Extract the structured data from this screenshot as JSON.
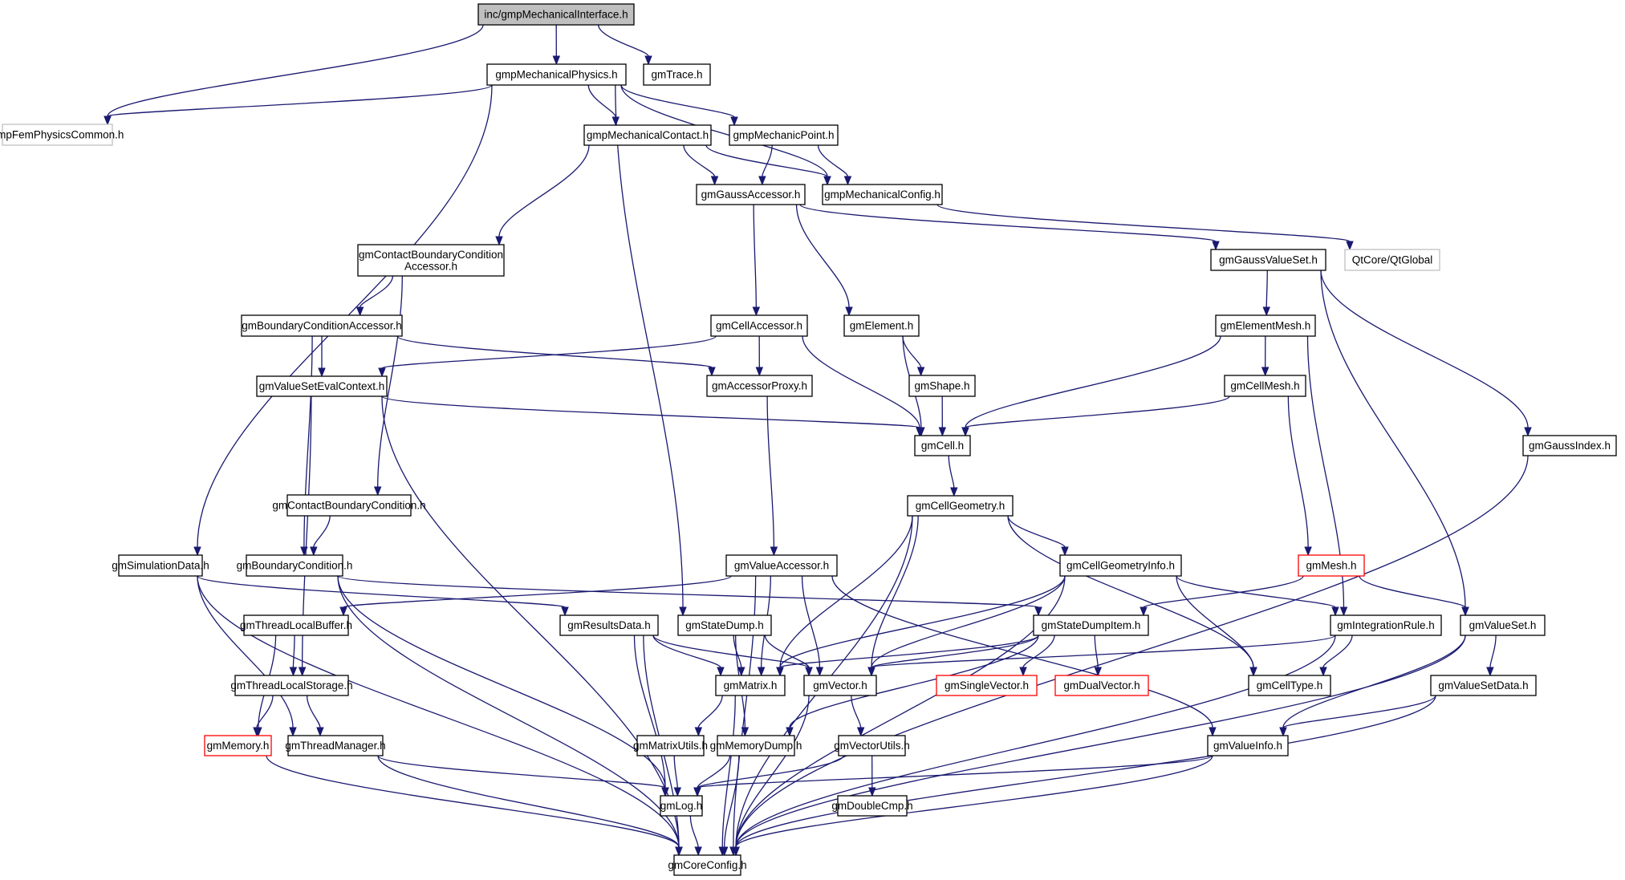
{
  "title": "Include dependency graph for gmpMechanicalInterface.h",
  "colors": {
    "edge": "#191970",
    "root_fill": "#bfbfbf",
    "node_border": "#000000",
    "external_border": "#bfbfbf",
    "missing_border": "#ff0000"
  },
  "nodes": [
    {
      "id": "root",
      "label": "inc/gmpMechanicalInterface.h",
      "kind": "root"
    },
    {
      "id": "physics",
      "label": "gmpMechanicalPhysics.h",
      "kind": "normal"
    },
    {
      "id": "trace",
      "label": "gmTrace.h",
      "kind": "normal"
    },
    {
      "id": "femcommon",
      "label": "gmpFemPhysicsCommon.h",
      "kind": "external"
    },
    {
      "id": "contact",
      "label": "gmpMechanicalContact.h",
      "kind": "normal"
    },
    {
      "id": "mpoint",
      "label": "gmpMechanicPoint.h",
      "kind": "normal"
    },
    {
      "id": "gaussacc",
      "label": "gmGaussAccessor.h",
      "kind": "normal"
    },
    {
      "id": "mconfig",
      "label": "gmpMechanicalConfig.h",
      "kind": "normal"
    },
    {
      "id": "cbcacc",
      "label": "gmContactBoundaryCondition\nAccessor.h",
      "kind": "normal"
    },
    {
      "id": "gaussvs",
      "label": "gmGaussValueSet.h",
      "kind": "normal"
    },
    {
      "id": "qtglobal",
      "label": "QtCore/QtGlobal",
      "kind": "external"
    },
    {
      "id": "bcacc",
      "label": "gmBoundaryConditionAccessor.h",
      "kind": "normal"
    },
    {
      "id": "cellacc",
      "label": "gmCellAccessor.h",
      "kind": "normal"
    },
    {
      "id": "element",
      "label": "gmElement.h",
      "kind": "normal"
    },
    {
      "id": "elemmesh",
      "label": "gmElementMesh.h",
      "kind": "normal"
    },
    {
      "id": "vsevalctx",
      "label": "gmValueSetEvalContext.h",
      "kind": "normal"
    },
    {
      "id": "accproxy",
      "label": "gmAccessorProxy.h",
      "kind": "normal"
    },
    {
      "id": "shape",
      "label": "gmShape.h",
      "kind": "normal"
    },
    {
      "id": "cellmesh",
      "label": "gmCellMesh.h",
      "kind": "normal"
    },
    {
      "id": "cell",
      "label": "gmCell.h",
      "kind": "normal"
    },
    {
      "id": "gaussidx",
      "label": "gmGaussIndex.h",
      "kind": "normal"
    },
    {
      "id": "cbc",
      "label": "gmContactBoundaryCondition.h",
      "kind": "normal"
    },
    {
      "id": "cellgeom",
      "label": "gmCellGeometry.h",
      "kind": "normal"
    },
    {
      "id": "simdata",
      "label": "gmSimulationData.h",
      "kind": "normal"
    },
    {
      "id": "bc",
      "label": "gmBoundaryCondition.h",
      "kind": "normal"
    },
    {
      "id": "valacc",
      "label": "gmValueAccessor.h",
      "kind": "normal"
    },
    {
      "id": "cellgeominfo",
      "label": "gmCellGeometryInfo.h",
      "kind": "normal"
    },
    {
      "id": "mesh",
      "label": "gmMesh.h",
      "kind": "missing"
    },
    {
      "id": "tlbuf",
      "label": "gmThreadLocalBuffer.h",
      "kind": "normal"
    },
    {
      "id": "results",
      "label": "gmResultsData.h",
      "kind": "normal"
    },
    {
      "id": "statedump",
      "label": "gmStateDump.h",
      "kind": "normal"
    },
    {
      "id": "statedumpitem",
      "label": "gmStateDumpItem.h",
      "kind": "normal"
    },
    {
      "id": "intrule",
      "label": "gmIntegrationRule.h",
      "kind": "normal"
    },
    {
      "id": "valueset",
      "label": "gmValueSet.h",
      "kind": "normal"
    },
    {
      "id": "tlstore",
      "label": "gmThreadLocalStorage.h",
      "kind": "normal"
    },
    {
      "id": "matrix",
      "label": "gmMatrix.h",
      "kind": "normal"
    },
    {
      "id": "vector",
      "label": "gmVector.h",
      "kind": "normal"
    },
    {
      "id": "singlevec",
      "label": "gmSingleVector.h",
      "kind": "missing"
    },
    {
      "id": "dualvec",
      "label": "gmDualVector.h",
      "kind": "missing"
    },
    {
      "id": "celltype",
      "label": "gmCellType.h",
      "kind": "normal"
    },
    {
      "id": "vsdata",
      "label": "gmValueSetData.h",
      "kind": "normal"
    },
    {
      "id": "memory",
      "label": "gmMemory.h",
      "kind": "missing"
    },
    {
      "id": "threadmgr",
      "label": "gmThreadManager.h",
      "kind": "normal"
    },
    {
      "id": "matutils",
      "label": "gmMatrixUtils.h",
      "kind": "normal"
    },
    {
      "id": "memdump",
      "label": "gmMemoryDump.h",
      "kind": "normal"
    },
    {
      "id": "vecutils",
      "label": "gmVectorUtils.h",
      "kind": "normal"
    },
    {
      "id": "valueinfo",
      "label": "gmValueInfo.h",
      "kind": "normal"
    },
    {
      "id": "log",
      "label": "gmLog.h",
      "kind": "normal"
    },
    {
      "id": "doublecmp",
      "label": "gmDoubleCmp.h",
      "kind": "normal"
    },
    {
      "id": "coreconfig",
      "label": "gmCoreConfig.h",
      "kind": "normal"
    }
  ],
  "edges": [
    [
      "root",
      "physics"
    ],
    [
      "root",
      "trace"
    ],
    [
      "root",
      "femcommon"
    ],
    [
      "physics",
      "femcommon"
    ],
    [
      "physics",
      "contact"
    ],
    [
      "physics",
      "mpoint"
    ],
    [
      "physics",
      "mconfig"
    ],
    [
      "physics",
      "simdata"
    ],
    [
      "physics",
      "statedump"
    ],
    [
      "contact",
      "gaussacc"
    ],
    [
      "contact",
      "mconfig"
    ],
    [
      "contact",
      "cbcacc"
    ],
    [
      "mpoint",
      "gaussacc"
    ],
    [
      "mpoint",
      "mconfig"
    ],
    [
      "mconfig",
      "qtglobal"
    ],
    [
      "gaussacc",
      "gaussvs"
    ],
    [
      "gaussacc",
      "cellacc"
    ],
    [
      "gaussacc",
      "element"
    ],
    [
      "cbcacc",
      "bcacc"
    ],
    [
      "cbcacc",
      "cbc"
    ],
    [
      "gaussvs",
      "elemmesh"
    ],
    [
      "gaussvs",
      "valueset"
    ],
    [
      "gaussvs",
      "gaussidx"
    ],
    [
      "bcacc",
      "vsevalctx"
    ],
    [
      "bcacc",
      "accproxy"
    ],
    [
      "bcacc",
      "bc"
    ],
    [
      "cellacc",
      "vsevalctx"
    ],
    [
      "cellacc",
      "accproxy"
    ],
    [
      "cellacc",
      "cell"
    ],
    [
      "element",
      "shape"
    ],
    [
      "element",
      "cell"
    ],
    [
      "elemmesh",
      "cellmesh"
    ],
    [
      "elemmesh",
      "cell"
    ],
    [
      "elemmesh",
      "intrule"
    ],
    [
      "vsevalctx",
      "cell"
    ],
    [
      "vsevalctx",
      "tlstore"
    ],
    [
      "vsevalctx",
      "coreconfig"
    ],
    [
      "accproxy",
      "valacc"
    ],
    [
      "shape",
      "cell"
    ],
    [
      "cellmesh",
      "cell"
    ],
    [
      "cellmesh",
      "mesh"
    ],
    [
      "cell",
      "cellgeom"
    ],
    [
      "gaussidx",
      "coreconfig"
    ],
    [
      "cbc",
      "bc"
    ],
    [
      "cellgeom",
      "cellgeominfo"
    ],
    [
      "cellgeom",
      "matrix"
    ],
    [
      "cellgeom",
      "vector"
    ],
    [
      "cellgeom",
      "celltype"
    ],
    [
      "cellgeom",
      "coreconfig"
    ],
    [
      "simdata",
      "results"
    ],
    [
      "simdata",
      "threadmgr"
    ],
    [
      "simdata",
      "coreconfig"
    ],
    [
      "bc",
      "statedumpitem"
    ],
    [
      "bc",
      "log"
    ],
    [
      "bc",
      "coreconfig"
    ],
    [
      "valacc",
      "matrix"
    ],
    [
      "valacc",
      "vector"
    ],
    [
      "valacc",
      "valueinfo"
    ],
    [
      "valacc",
      "tlbuf"
    ],
    [
      "valacc",
      "coreconfig"
    ],
    [
      "cellgeominfo",
      "matrix"
    ],
    [
      "cellgeominfo",
      "vector"
    ],
    [
      "cellgeominfo",
      "celltype"
    ],
    [
      "cellgeominfo",
      "intrule"
    ],
    [
      "cellgeominfo",
      "coreconfig"
    ],
    [
      "mesh",
      "statedumpitem"
    ],
    [
      "mesh",
      "valueset"
    ],
    [
      "tlbuf",
      "tlstore"
    ],
    [
      "tlbuf",
      "memory"
    ],
    [
      "results",
      "matrix"
    ],
    [
      "results",
      "vector"
    ],
    [
      "results",
      "log"
    ],
    [
      "results",
      "coreconfig"
    ],
    [
      "statedump",
      "matrix"
    ],
    [
      "statedump",
      "vector"
    ],
    [
      "statedump",
      "memdump"
    ],
    [
      "statedumpitem",
      "matrix"
    ],
    [
      "statedumpitem",
      "vector"
    ],
    [
      "statedumpitem",
      "singlevec"
    ],
    [
      "statedumpitem",
      "dualvec"
    ],
    [
      "statedumpitem",
      "memdump"
    ],
    [
      "intrule",
      "celltype"
    ],
    [
      "intrule",
      "vector"
    ],
    [
      "intrule",
      "coreconfig"
    ],
    [
      "valueset",
      "vsdata"
    ],
    [
      "valueset",
      "valueinfo"
    ],
    [
      "valueset",
      "coreconfig"
    ],
    [
      "tlstore",
      "memory"
    ],
    [
      "tlstore",
      "threadmgr"
    ],
    [
      "matrix",
      "matutils"
    ],
    [
      "matrix",
      "coreconfig"
    ],
    [
      "vector",
      "vecutils"
    ],
    [
      "vector",
      "coreconfig"
    ],
    [
      "vsdata",
      "valueinfo"
    ],
    [
      "vsdata",
      "coreconfig"
    ],
    [
      "memory",
      "coreconfig"
    ],
    [
      "threadmgr",
      "log"
    ],
    [
      "threadmgr",
      "coreconfig"
    ],
    [
      "matutils",
      "log"
    ],
    [
      "memdump",
      "log"
    ],
    [
      "memdump",
      "coreconfig"
    ],
    [
      "vecutils",
      "log"
    ],
    [
      "vecutils",
      "doublecmp"
    ],
    [
      "valueinfo",
      "log"
    ],
    [
      "valueinfo",
      "coreconfig"
    ],
    [
      "log",
      "coreconfig"
    ]
  ]
}
